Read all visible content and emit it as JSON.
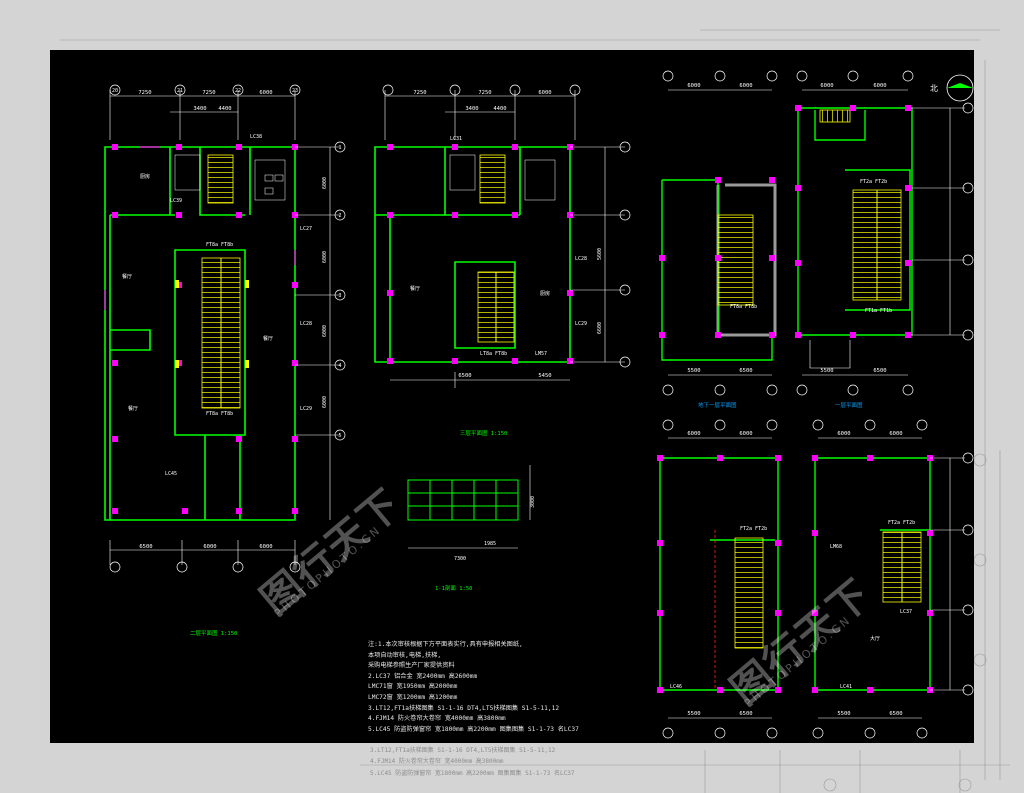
{
  "dims_top_left": [
    "7250",
    "7250",
    "6000"
  ],
  "dims_top_left_sub": [
    "3400",
    "4400"
  ],
  "dims_top_mid": [
    "7250",
    "7250",
    "6000"
  ],
  "dims_top_mid_sub": [
    "3400",
    "4400"
  ],
  "dims_bottom_left": [
    "6500",
    "6000",
    "6000"
  ],
  "dims_bottom_mid": [
    "6500",
    "5450"
  ],
  "dims_top_r1": [
    "6000",
    "6000"
  ],
  "dims_top_r2": [
    "6000",
    "6000"
  ],
  "dims_mid_r1": [
    "6000",
    "6000"
  ],
  "dims_mid_r2": [
    "6000",
    "6000"
  ],
  "dims_bottom_r1": [
    "5500",
    "6500"
  ],
  "dims_bottom_r2": [
    "5500",
    "6500"
  ],
  "dims_bottom_r3": [
    "5500",
    "6500"
  ],
  "dims_bottom_r4": [
    "5500",
    "6500"
  ],
  "dims_side_mid": [
    "5600",
    "6600"
  ],
  "dims_side_left": [
    "6000",
    "6000",
    "6000",
    "6000"
  ],
  "axis_labels_cols_left": [
    "20",
    "21",
    "22",
    "23"
  ],
  "axis_labels_rows": [
    "1",
    "2",
    "3",
    "4",
    "5"
  ],
  "plan_titles": {
    "left": "二层平面图 1:150",
    "mid": "三层平面图 1:150",
    "r1": "地下一层平面图",
    "r2": "一层平面图",
    "stair": "1-1剖面 1:50"
  },
  "room_labels": [
    "厨房",
    "餐厅",
    "餐厅",
    "餐厅",
    "厨房",
    "大厅"
  ],
  "opening_tags": [
    "LC39",
    "LC38",
    "LC27",
    "LC28",
    "LC29",
    "LC31",
    "LM57",
    "LM68",
    "LC45",
    "LC41",
    "LC37",
    "LC46",
    "FT8a FT8b",
    "FT8a FT8b",
    "LT8a FT8b",
    "FT8a FT8b",
    "FT2a FT2b",
    "FT1a FT1b"
  ],
  "stair_dims": [
    "3000",
    "1985",
    "7300"
  ],
  "notes": [
    "注:1.本次审核根据下方平面表实行,具有申报相关图纸,",
    "  本项自动审核,电梯,扶梯,",
    "  采购电梯参照生产厂家提供资料",
    "2.LC37 铝合金  宽2400mm   高2600mm",
    "  LMC71窗  宽1950mm   高2000mm",
    "  LMC72窗  宽1200mm   高1200mm",
    "3.LT12,FT1a扶梯图集 S1-1-16  DT4,LT5扶梯图集 S1-5-11,12",
    "4.FJM14 防火卷帘大卷帘  宽4000mm   高3800mm",
    "5.LC45 防盗防弹窗帘   宽1800mm   高2200mm   图集图集  S1-1-73 名LC37"
  ],
  "bg_ghost_notes": [
    "3.LT12,FT1a扶梯图集 S1-1-16  DT4,LT5扶梯图集 S1-5-11,12",
    "4.FJM14 防火卷帘大卷帘  宽4000mm   高3800mm",
    "5.LC45 防盗防弹窗帘   宽1800mm   高2200mm   图集图集 S1-1-73 名LC37"
  ],
  "compass_label": "北",
  "watermark": {
    "main": "图行天下",
    "sub": "PHOTOPHOTO.CN"
  },
  "colors": {
    "background": "#000000",
    "wall": "#00ff00",
    "column": "#ff00ff",
    "stair": "#ffff00",
    "dim": "#ffffff",
    "axis": "#ffffff"
  }
}
